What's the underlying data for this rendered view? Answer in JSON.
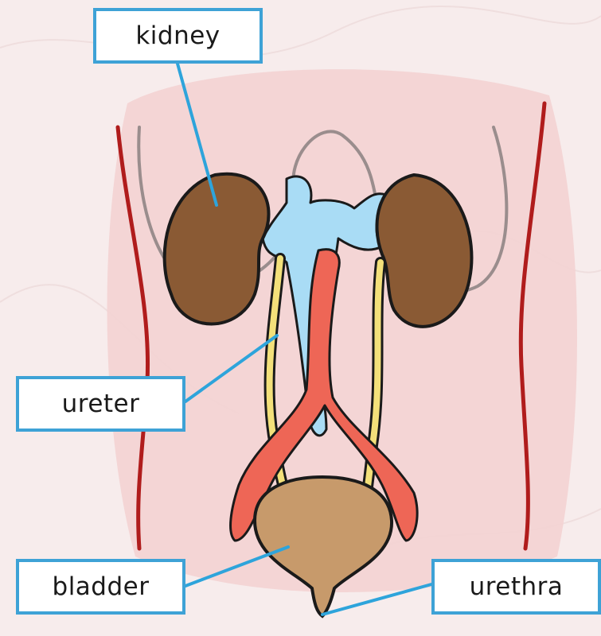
{
  "labels": {
    "kidney": "kidney",
    "ureter": "ureter",
    "bladder": "bladder",
    "urethra": "urethra"
  },
  "colors": {
    "background": "#f7ecec",
    "torso": "#f3d3d3",
    "body_outline": "#b01c1c",
    "kidney": "#8a5a34",
    "ureter": "#f3e07a",
    "vessel": "#ee6656",
    "vein": "#a9dcf5",
    "bladder": "#c79a6b",
    "label_border": "#3ea2d6",
    "leader_line": "#2ea4db"
  }
}
